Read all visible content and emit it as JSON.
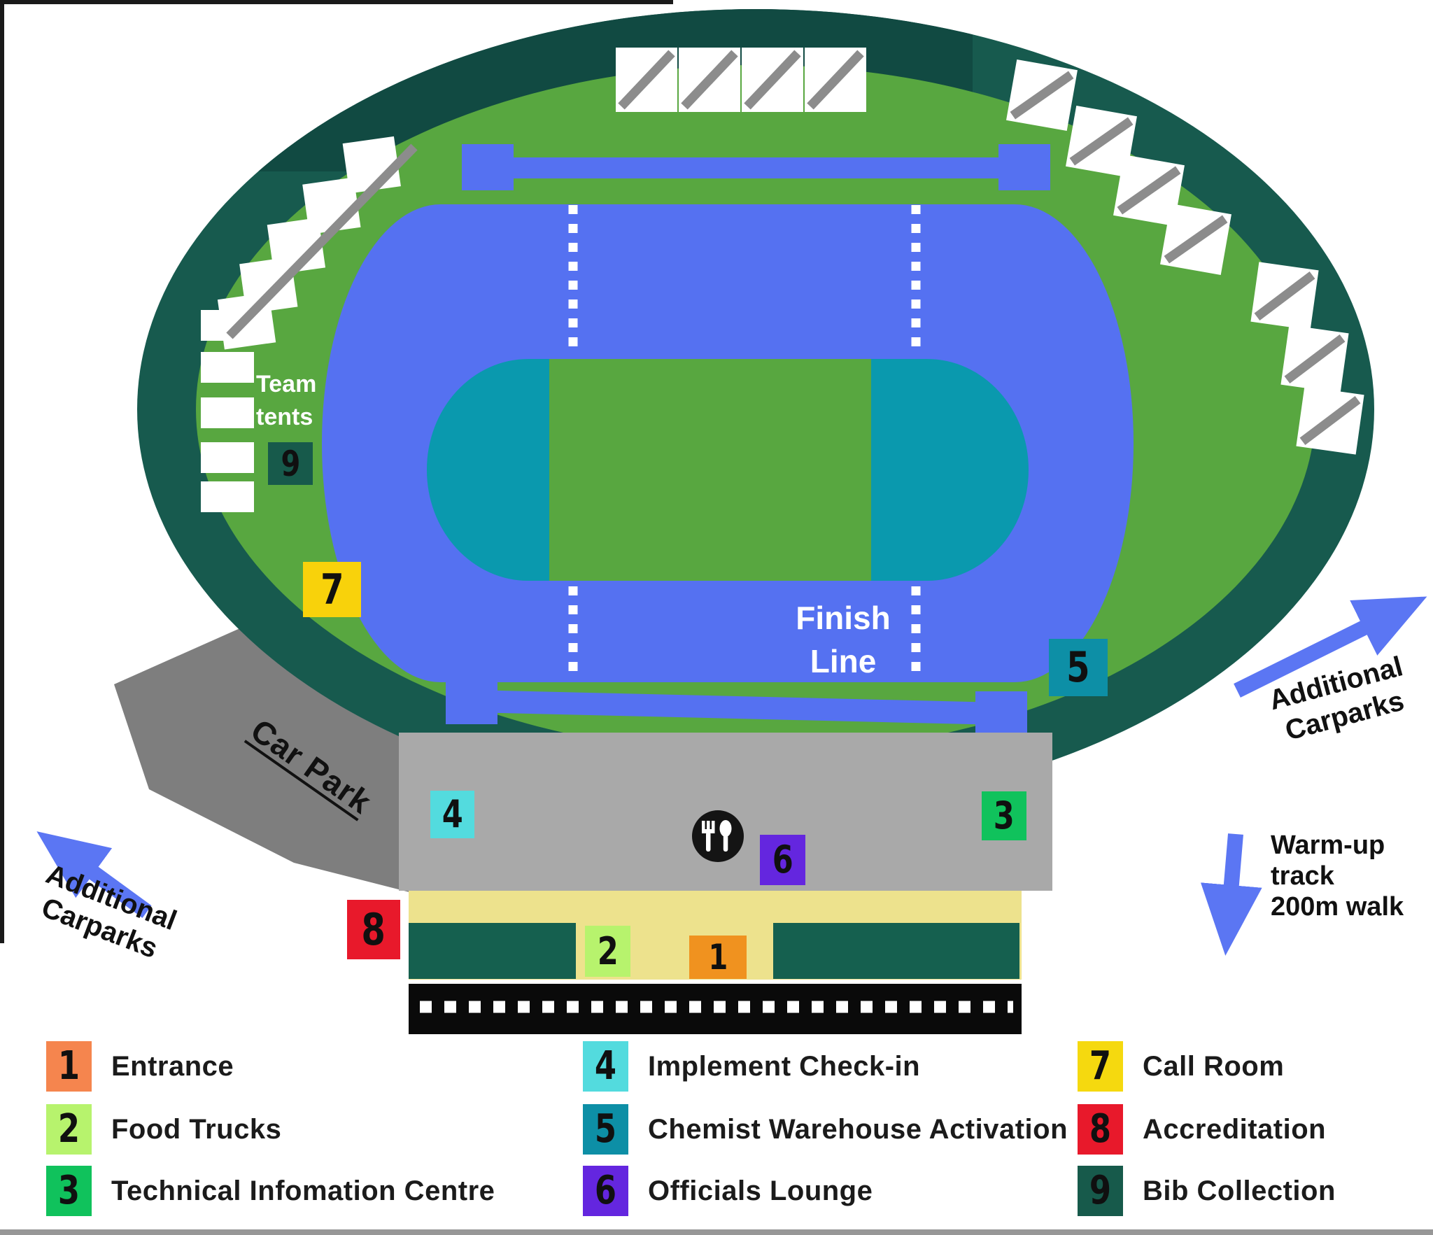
{
  "page": {
    "background": "#FFFFFF"
  },
  "map": {
    "labels": {
      "team_tents": [
        "Team",
        "tents"
      ],
      "car_park": "Car Park",
      "finish_line": [
        "Finish",
        "Line"
      ],
      "additional_carparks_left": [
        "Additional",
        "Carparks"
      ],
      "additional_carparks_right": [
        "Additional",
        "Carparks"
      ],
      "warmup_track": [
        "Warm-up",
        "track",
        "200m walk"
      ]
    },
    "icons": {
      "food": "fork-spoon-icon"
    },
    "markers": [
      {
        "number": "1",
        "name": "entrance",
        "color": "#F0921F"
      },
      {
        "number": "2",
        "name": "food-trucks",
        "color": "#B5EE6E"
      },
      {
        "number": "3",
        "name": "technical-information-centre",
        "color": "#0DC263"
      },
      {
        "number": "4",
        "name": "implement-check-in",
        "color": "#4FD9DD"
      },
      {
        "number": "5",
        "name": "chemist-warehouse-activation",
        "color": "#0D90A7"
      },
      {
        "number": "6",
        "name": "officials-lounge",
        "color": "#6426DF"
      },
      {
        "number": "7",
        "name": "call-room",
        "color": "#F8D20B"
      },
      {
        "number": "8",
        "name": "accreditation",
        "color": "#EA1C23"
      },
      {
        "number": "9",
        "name": "bib-collection",
        "color": "#1A574A"
      }
    ]
  },
  "legend": {
    "items": [
      {
        "number": "1",
        "label": "Entrance",
        "color": "#F5854E"
      },
      {
        "number": "2",
        "label": "Food Trucks",
        "color": "#B7F36D"
      },
      {
        "number": "3",
        "label": "Technical Infomation Centre",
        "color": "#10C25C"
      },
      {
        "number": "4",
        "label": "Implement Check-in",
        "color": "#53DBDE"
      },
      {
        "number": "5",
        "label": "Chemist Warehouse Activation",
        "color": "#0D8FA6"
      },
      {
        "number": "6",
        "label": "Officials Lounge",
        "color": "#6426DF"
      },
      {
        "number": "7",
        "label": "Call Room",
        "color": "#F5D90F"
      },
      {
        "number": "8",
        "label": "Accreditation",
        "color": "#E8192B"
      },
      {
        "number": "9",
        "label": "Bib Collection",
        "color": "#175A4B"
      }
    ]
  },
  "colors": {
    "stadium_ring": "#175A4E",
    "field_green": "#58A740",
    "track_blue": "#5571F1",
    "infield_teal": "#0A99AE",
    "building_gray": "#A9A9A9",
    "car_park_gray": "#7E7E7E",
    "food_court_tan": "#EDE28D",
    "strip_green": "#15604F",
    "road_black": "#0A0A0A",
    "arrow_blue": "#5B76F3"
  }
}
